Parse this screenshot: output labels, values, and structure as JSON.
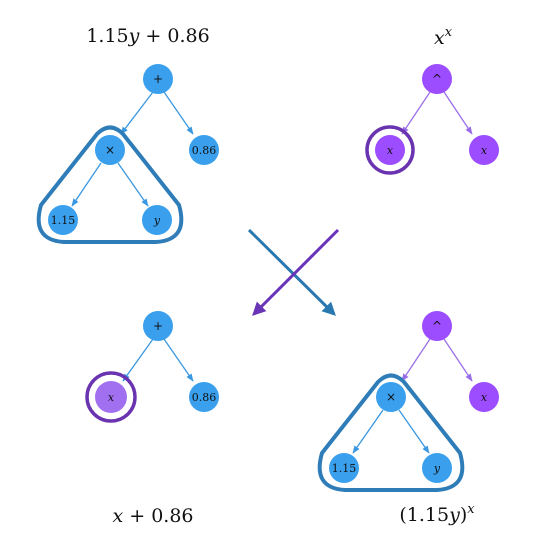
{
  "colors": {
    "blue_node": "#3aa0ee",
    "blue_edge": "#3a98e0",
    "blue_outline": "#2f7db8",
    "purple_node": "#9b4dff",
    "purple_light": "#a070f0",
    "purple_edge": "#9a6ee8",
    "purple_outline": "#6a34b0",
    "cross_blue": "#2a78b0",
    "cross_purple": "#6a34b8"
  },
  "icons": {
    "crossover": "crossover-arrows-icon"
  },
  "top_left": {
    "formula": {
      "a": "1.15",
      "v": "y",
      "rest": " + 0.86"
    },
    "nodes": {
      "root": "+",
      "mul": "×",
      "const_a": "1.15",
      "var": "y",
      "const_b": "0.86"
    }
  },
  "top_right": {
    "formula": {
      "base": "x",
      "exp": "x"
    },
    "nodes": {
      "root": "^",
      "left": "x",
      "right": "x"
    }
  },
  "bottom_left": {
    "formula": {
      "v": "x",
      "rest": " + 0.86"
    },
    "nodes": {
      "root": "+",
      "left": "x",
      "right": "0.86"
    }
  },
  "bottom_right": {
    "formula": {
      "open": "(1.15",
      "v": "y",
      "close": ")",
      "exp": "x"
    },
    "nodes": {
      "root": "^",
      "mul": "×",
      "const_a": "1.15",
      "var": "y",
      "right": "x"
    }
  }
}
